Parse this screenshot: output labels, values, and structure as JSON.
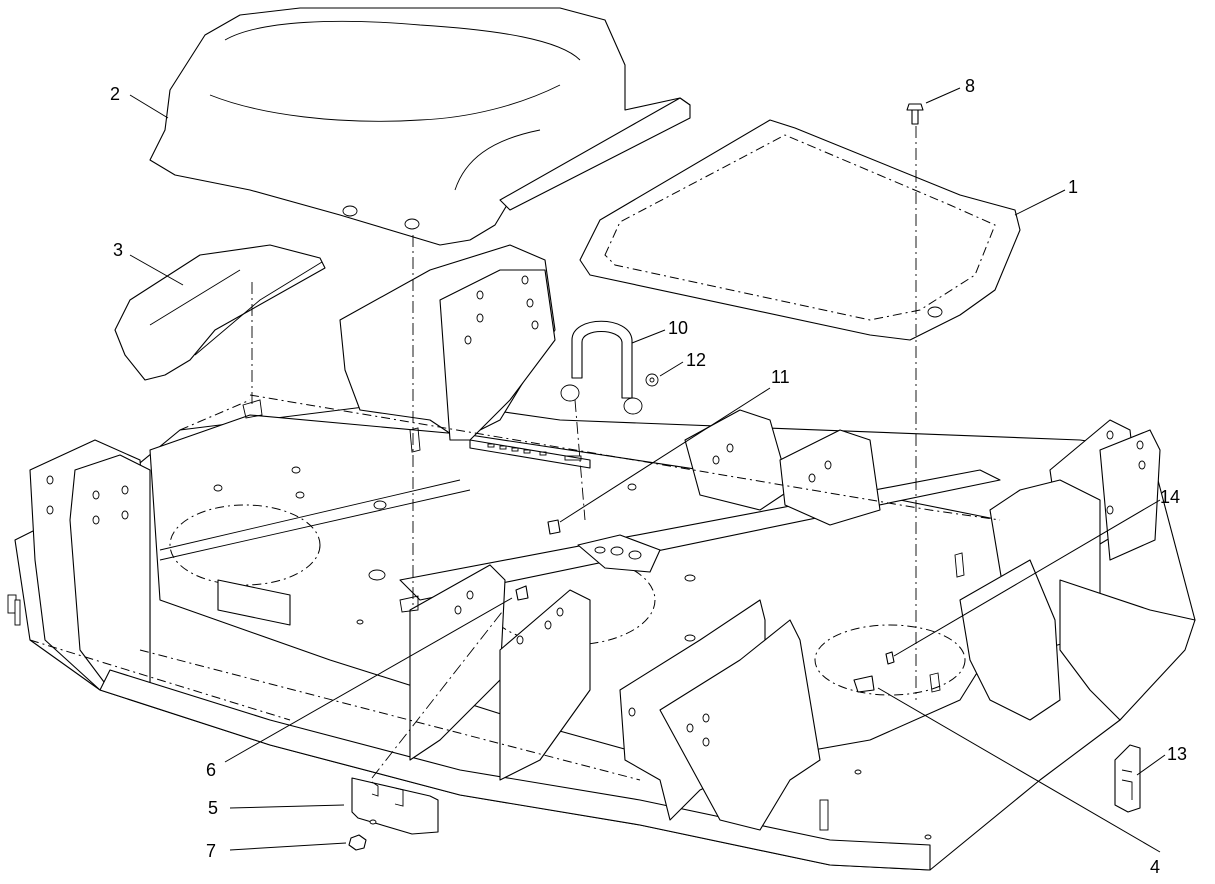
{
  "diagram": {
    "callouts": [
      {
        "id": "c1",
        "label": "1"
      },
      {
        "id": "c2",
        "label": "2"
      },
      {
        "id": "c3",
        "label": "3"
      },
      {
        "id": "c4",
        "label": "4"
      },
      {
        "id": "c5",
        "label": "5"
      },
      {
        "id": "c6",
        "label": "6"
      },
      {
        "id": "c7",
        "label": "7"
      },
      {
        "id": "c8",
        "label": "8"
      },
      {
        "id": "c10",
        "label": "10"
      },
      {
        "id": "c11",
        "label": "11"
      },
      {
        "id": "c12",
        "label": "12"
      },
      {
        "id": "c13",
        "label": "13"
      },
      {
        "id": "c14",
        "label": "14"
      }
    ]
  }
}
